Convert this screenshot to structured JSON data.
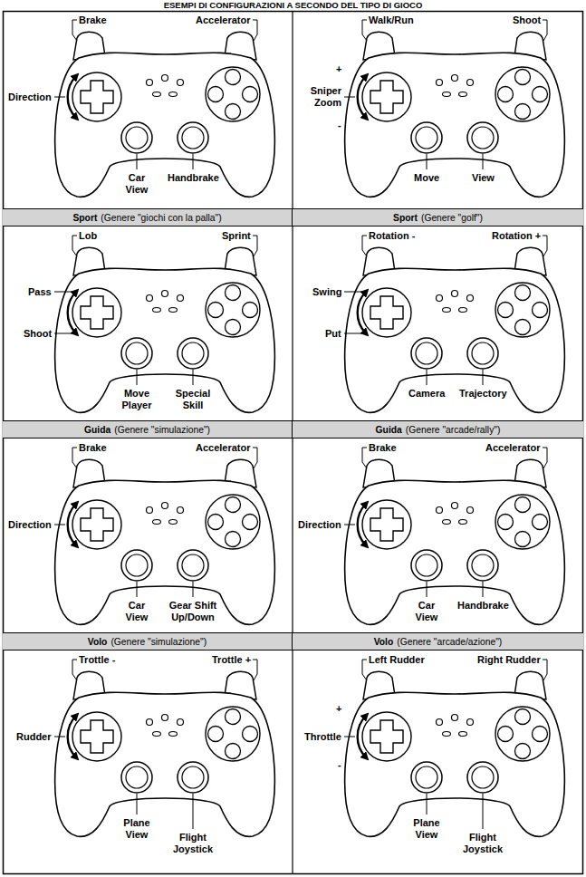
{
  "diagram": {
    "title": "ESEMPI DI CONFIGURAZIONI A SECONDO DEL TIPO DI GIOCO",
    "nodes": [
      {
        "text": [
          "Sport",
          "(Genere \"giochi con la palla\")"
        ]
      },
      {
        "text": [
          "Sport",
          "(Genere \"golf\")"
        ]
      },
      {
        "text": [
          "Guida",
          "(Genere \"simulazione\")"
        ]
      },
      {
        "text": [
          "Guida",
          "(Genere \"arcade/rally\")"
        ]
      },
      {
        "text": [
          "Volo",
          "(Genere \"simulazione\")"
        ]
      },
      {
        "text": [
          "Volo",
          "(Genere \"arcade/azione\")"
        ]
      }
    ],
    "labels": [
      "Brake",
      "Accelerator",
      "Direction",
      "Car View",
      "Handbrake",
      "Walk/Run",
      "Shoot",
      "+",
      "Sniper Zoom",
      "-",
      "Move",
      "View",
      "Lob",
      "Sprint",
      "Pass",
      "Shoot",
      "Move Player",
      "Special Skill",
      "Rotation -",
      "Rotation +",
      "Swing",
      "Put",
      "Camera",
      "Trajectory",
      "Brake",
      "Accelerator",
      "Direction",
      "Car View",
      "Gear Shift Up/Down",
      "Brake",
      "Accelerator",
      "Direction",
      "Car View",
      "Handbrake",
      "Trottle -",
      "Trottle +",
      "Rudder",
      "Plane View",
      "Flight Joystick",
      "Left Rudder",
      "Right Rudder",
      "+",
      "Throttle",
      "-",
      "Plane View",
      "Flight Joystick"
    ]
  }
}
